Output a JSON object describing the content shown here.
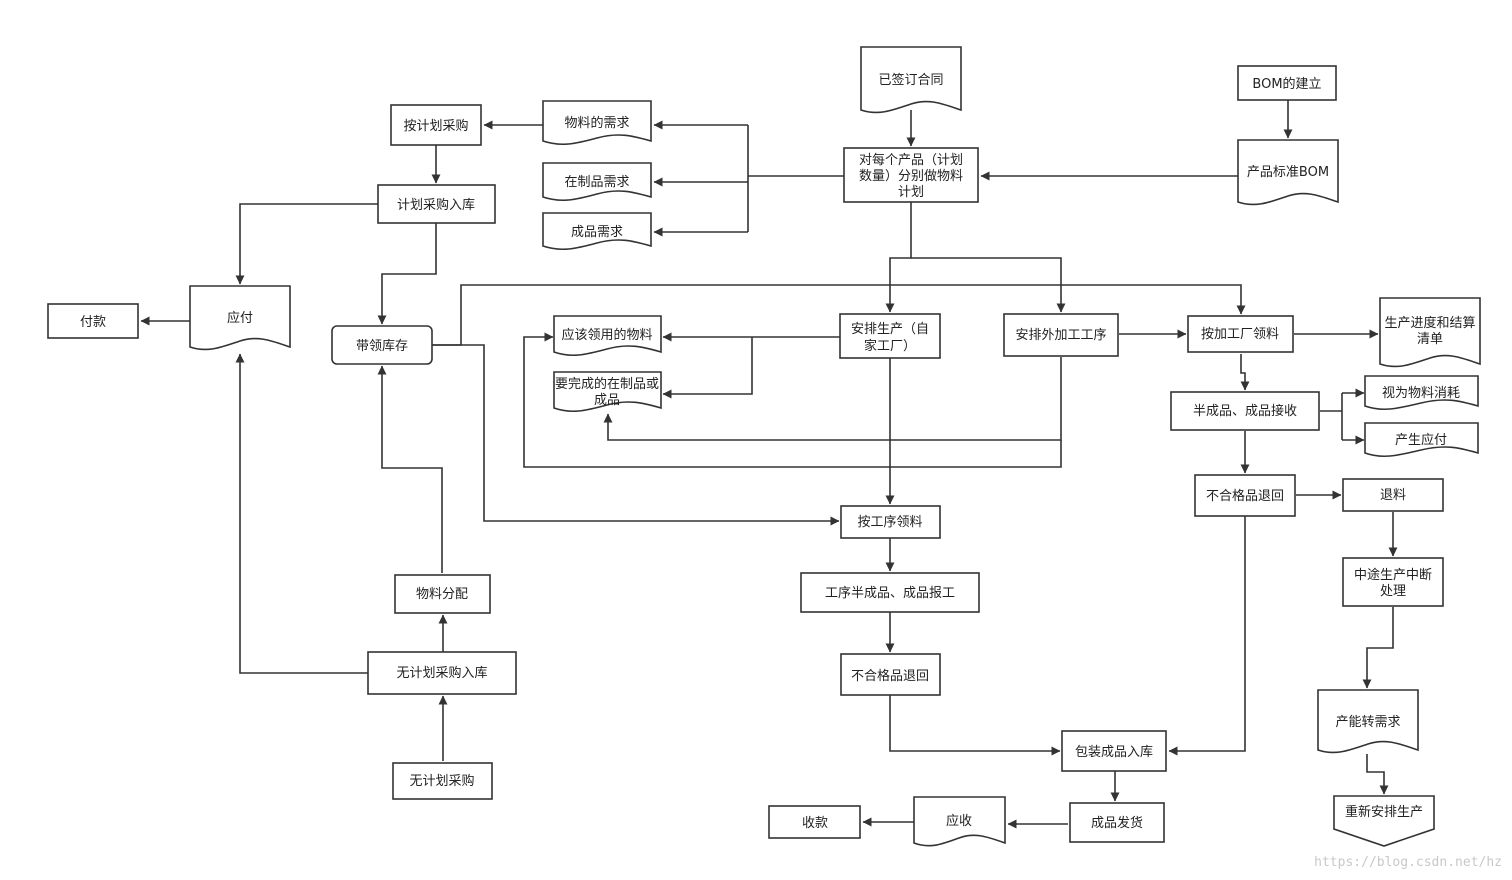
{
  "nodes": {
    "signed_contract": "已签订合同",
    "bom_setup": "BOM的建立",
    "product_std_bom": "产品标准BOM",
    "material_plan": [
      "对每个产品（计划",
      "数量）分别做物料",
      "计划"
    ],
    "material_demand": "物料的需求",
    "wip_demand": "在制品需求",
    "finished_demand": "成品需求",
    "planned_purchase": "按计划采购",
    "planned_purchase_in": "计划采购入库",
    "payable": "应付",
    "payment": "付款",
    "stock_pick": "带领库存",
    "arrange_production": [
      "安排生产（自",
      "家工厂）"
    ],
    "arrange_outsource": "安排外加工工序",
    "materials_to_pick": "应该领用的物料",
    "wip_to_complete": [
      "要完成的在制品或",
      "成品"
    ],
    "outsource_pick": "按加工厂领料",
    "progress_settlement": [
      "生产进度和结算",
      "清单"
    ],
    "semi_receive": "半成品、成品接收",
    "as_material_consumption": "视为物料消耗",
    "generate_payable": "产生应付",
    "reject_return_right": "不合格品退回",
    "material_return": "退料",
    "interrupt_handling": [
      "中途生产中断",
      "处理"
    ],
    "capacity_to_demand": "产能转需求",
    "reschedule": "重新安排生产",
    "process_pick": "按工序领料",
    "process_report": "工序半成品、成品报工",
    "reject_return_mid": "不合格品退回",
    "pack_store": "包装成品入库",
    "ship": "成品发货",
    "receivable": "应收",
    "collection": "收款",
    "material_allocation": "物料分配",
    "unplanned_purchase_in": "无计划采购入库",
    "unplanned_purchase": "无计划采购"
  },
  "watermark": "https://blog.csdn.net/hz"
}
